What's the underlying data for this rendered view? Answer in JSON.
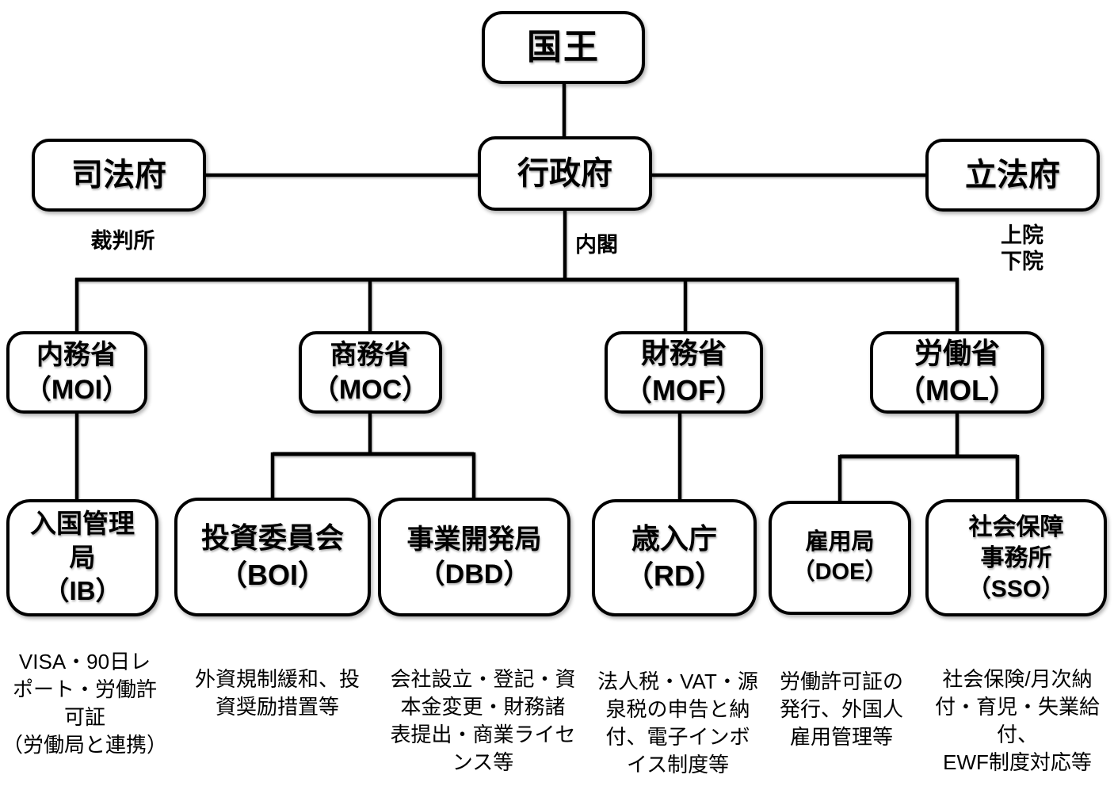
{
  "diagram": {
    "colors": {
      "line": "#000000",
      "box_border": "#000000",
      "box_fill": "#ffffff",
      "text": "#000000"
    },
    "nodes": {
      "king": {
        "label": "国王"
      },
      "judiciary": {
        "label": "司法府",
        "sub": "裁判所"
      },
      "executive": {
        "label": "行政府",
        "sub": "内閣"
      },
      "legislative": {
        "label": "立法府",
        "sub": "上院\n下院"
      },
      "moi": {
        "label": "内務省\n（MOI）"
      },
      "moc": {
        "label": "商務省\n（MOC）"
      },
      "mof": {
        "label": "財務省\n（MOF）"
      },
      "mol": {
        "label": "労働省\n（MOL）"
      },
      "ib": {
        "label": "入国管理\n局\n（IB）",
        "desc": "VISA・90日レ\nポート・労働許\n可証\n（労働局と連携）"
      },
      "boi": {
        "label": "投資委員会\n（BOI）",
        "desc": "外資規制緩和、投\n資奨励措置等"
      },
      "dbd": {
        "label": "事業開発局\n（DBD）",
        "desc": "会社設立・登記・資\n本金変更・財務諸\n表提出・商業ライセ\nンス等"
      },
      "rd": {
        "label": "歳入庁\n（RD）",
        "desc": "法人税・VAT・源\n泉税の申告と納\n付、電子インボ\nイス制度等"
      },
      "doe": {
        "label": "雇用局\n（DOE）",
        "desc": "労働許可証の\n発行、外国人\n雇用管理等"
      },
      "sso": {
        "label": "社会保障\n事務所\n（SSO）",
        "desc": "社会保険/月次納\n付・育児・失業給付、\nEWF制度対応等"
      }
    }
  }
}
